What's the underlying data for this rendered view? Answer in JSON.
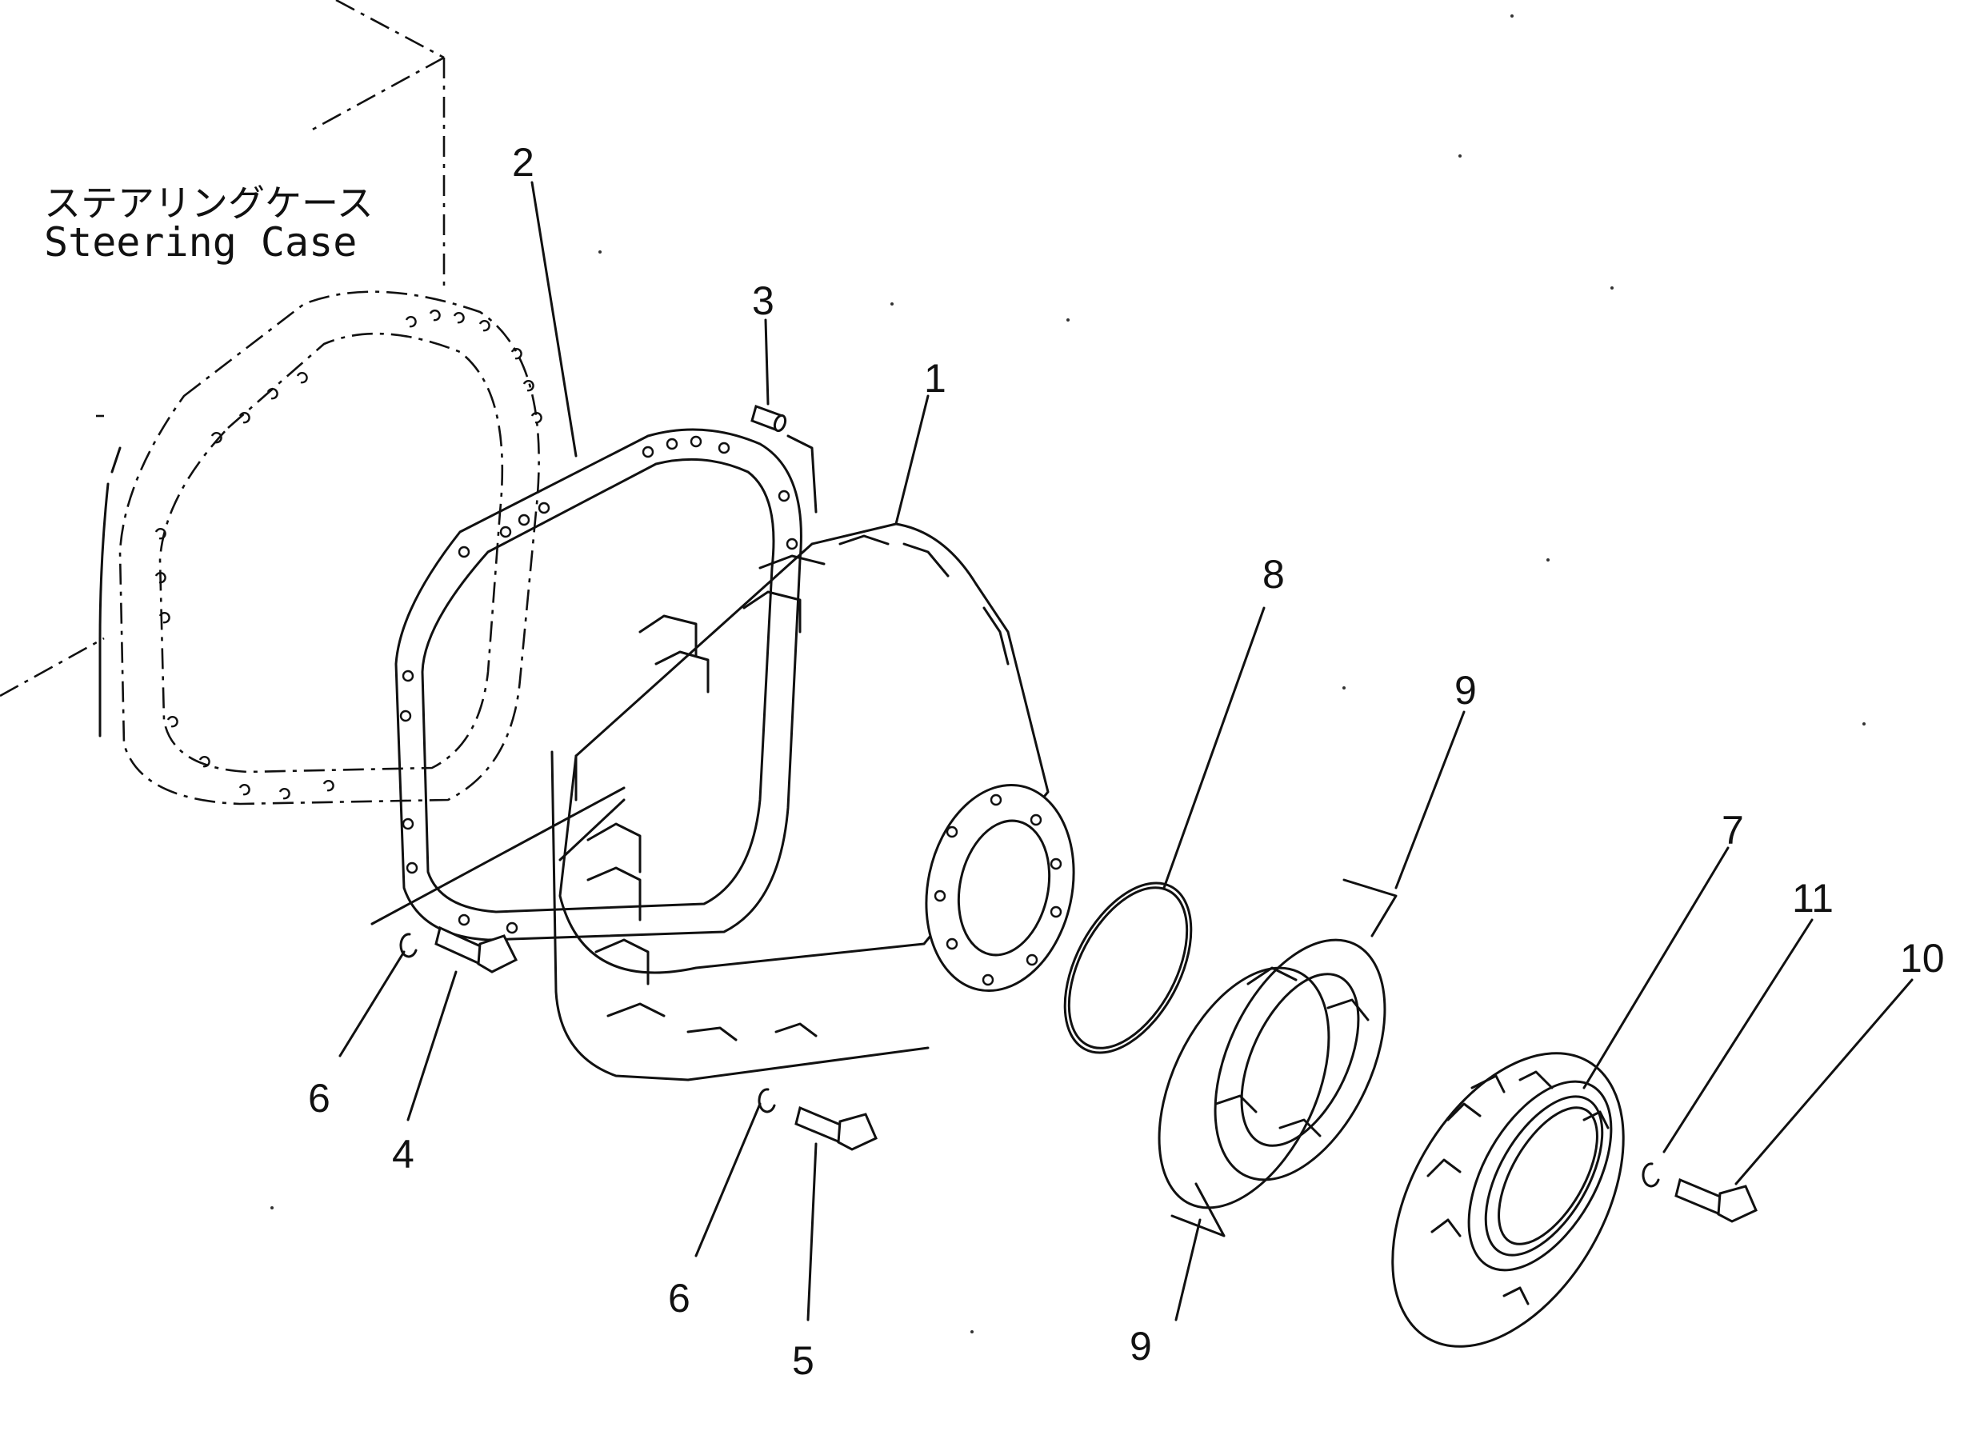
{
  "caption": {
    "japanese": "ステアリングケース",
    "english": "Steering Case"
  },
  "callouts": {
    "c1": "1",
    "c2": "2",
    "c3": "3",
    "c4": "4",
    "c5": "5",
    "c6a": "6",
    "c6b": "6",
    "c7": "7",
    "c8": "8",
    "c9a": "9",
    "c9b": "9",
    "c10": "10",
    "c11": "11"
  }
}
